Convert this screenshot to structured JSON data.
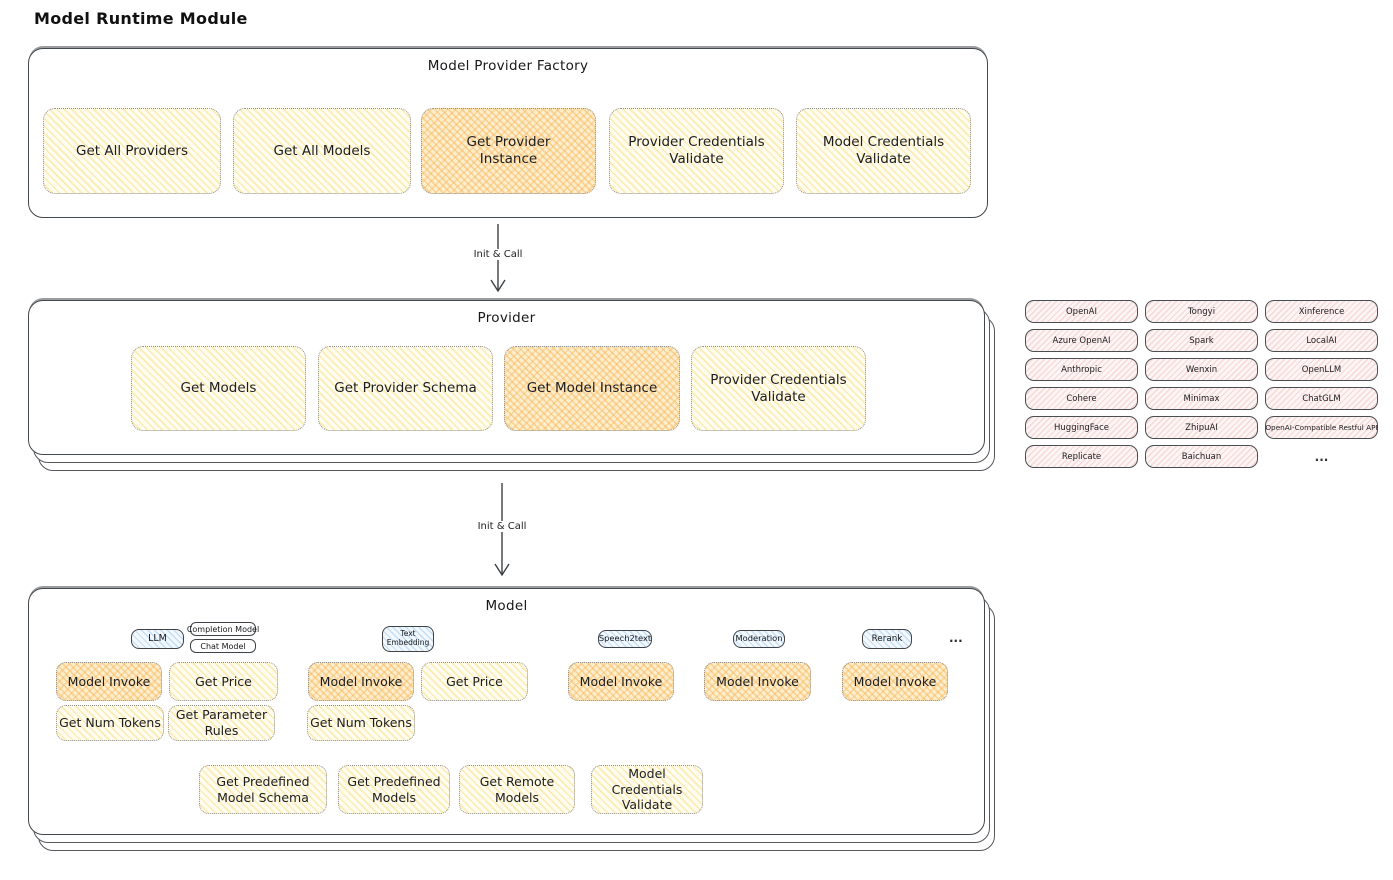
{
  "page_title": "Model Runtime Module",
  "colors": {
    "stroke": "#1e1e1e",
    "button_fill_yellow": "#fff9db",
    "button_highlight_orange": "#f6ad47",
    "tag_blue": "#d4e9fb",
    "provider_pill_pink": "#ffe3e3"
  },
  "factory": {
    "title": "Model Provider Factory",
    "buttons": [
      {
        "label": "Get All Providers",
        "highlighted": false
      },
      {
        "label": "Get All Models",
        "highlighted": false
      },
      {
        "label": "Get Provider Instance",
        "highlighted": true
      },
      {
        "label": "Provider Credentials Validate",
        "highlighted": false
      },
      {
        "label": "Model Credentials Validate",
        "highlighted": false
      }
    ]
  },
  "arrows": [
    {
      "label": "Init & Call"
    },
    {
      "label": "Init & Call"
    }
  ],
  "provider": {
    "title": "Provider",
    "buttons": [
      {
        "label": "Get Models",
        "highlighted": false
      },
      {
        "label": "Get Provider Schema",
        "highlighted": false
      },
      {
        "label": "Get Model Instance",
        "highlighted": true
      },
      {
        "label": "Provider Credentials Validate",
        "highlighted": false
      }
    ]
  },
  "provider_catalog": {
    "columns": [
      {
        "items": [
          "OpenAI",
          "Azure OpenAI",
          "Anthropic",
          "Cohere",
          "HuggingFace",
          "Replicate"
        ]
      },
      {
        "items": [
          "Tongyi",
          "Spark",
          "Wenxin",
          "Minimax",
          "ZhipuAI",
          "Baichuan"
        ]
      },
      {
        "items": [
          "Xinference",
          "LocalAI",
          "OpenLLM",
          "ChatGLM",
          "OpenAI-Compatible Restful API"
        ],
        "more": "..."
      }
    ]
  },
  "model": {
    "title": "Model",
    "llm": {
      "tag": "LLM",
      "subtags": [
        "Completion Model",
        "Chat Model"
      ],
      "invoke": "Model Invoke",
      "get_price": "Get Price",
      "get_num_tokens": "Get Num Tokens",
      "get_parameter_rules": "Get Parameter Rules"
    },
    "text_embedding": {
      "tag": "Text Embedding",
      "invoke": "Model Invoke",
      "get_price": "Get Price",
      "get_num_tokens": "Get Num Tokens"
    },
    "speech2text": {
      "tag": "Speech2text",
      "invoke": "Model Invoke"
    },
    "moderation": {
      "tag": "Moderation",
      "invoke": "Model Invoke"
    },
    "rerank": {
      "tag": "Rerank",
      "invoke": "Model Invoke"
    },
    "more": "...",
    "bottom_buttons": [
      "Get Predefined Model Schema",
      "Get Predefined Models",
      "Get Remote Models",
      "Model Credentials Validate"
    ]
  }
}
